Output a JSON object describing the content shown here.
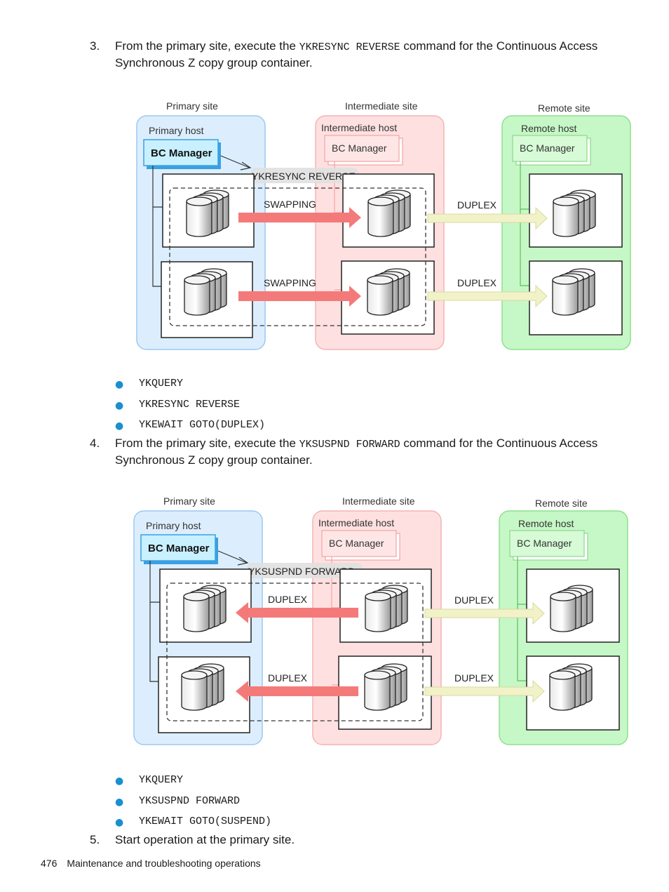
{
  "step3": {
    "number": "3.",
    "text_before": "From the primary site, execute the ",
    "command": "YKRESYNC REVERSE",
    "text_after": " command for the Continuous Access Synchronous Z copy group container."
  },
  "diagram1": {
    "primary_site": "Primary site",
    "intermediate_site": "Intermediate site",
    "remote_site": "Remote site",
    "primary_host": "Primary host",
    "intermediate_host": "Intermediate host",
    "remote_host": "Remote host",
    "bc_manager": "BC Manager",
    "command_label": "YKRESYNC REVERSE",
    "pair1_label": "SWAPPING",
    "pair2_label": "SWAPPING",
    "remote1_label": "DUPLEX",
    "remote2_label": "DUPLEX"
  },
  "bullets1": [
    "YKQUERY",
    "YKRESYNC REVERSE",
    "YKEWAIT GOTO(DUPLEX)"
  ],
  "step4": {
    "number": "4.",
    "text_before": "From the primary site, execute the ",
    "command": "YKSUSPND FORWARD",
    "text_after": " command for the Continuous Access Synchronous Z copy group container."
  },
  "diagram2": {
    "primary_site": "Primary site",
    "intermediate_site": "Intermediate site",
    "remote_site": "Remote site",
    "primary_host": "Primary host",
    "intermediate_host": "Intermediate host",
    "remote_host": "Remote host",
    "bc_manager": "BC Manager",
    "command_label": "YKSUSPND FORWARD",
    "pair1_label": "DUPLEX",
    "pair2_label": "DUPLEX",
    "remote1_label": "DUPLEX",
    "remote2_label": "DUPLEX"
  },
  "bullets2": [
    "YKQUERY",
    "YKSUSPND FORWARD",
    "YKEWAIT GOTO(SUSPEND)"
  ],
  "step5": {
    "number": "5.",
    "text": "Start operation at the primary site."
  },
  "footer": {
    "page_number": "476",
    "title": "Maintenance and troubleshooting operations"
  },
  "colors": {
    "primary_fill": "#dceefe",
    "primary_stroke": "#9cc8f0",
    "intermediate_fill": "#ffe0e0",
    "intermediate_stroke": "#f4b4b4",
    "remote_fill": "#c6f7c6",
    "remote_stroke": "#8ee08e",
    "red_arrow": "#f47a7a",
    "yellow_arrow": "#f2f2c8",
    "bullet": "#1a8fd0"
  }
}
